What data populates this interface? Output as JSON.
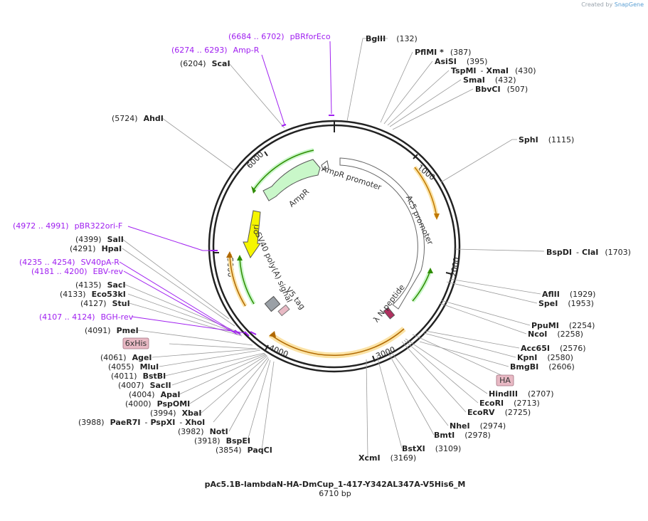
{
  "credit": {
    "prefix": "Created by",
    "brand": "SnapGene"
  },
  "plasmid": {
    "name": "pAc5.1B-lambdaN-HA-DmCup_1-417-Y342AL347A-V5His6_M",
    "length_label": "6710 bp"
  },
  "ticks": [
    "1000",
    "2000",
    "3000",
    "4000",
    "5000",
    "6000"
  ],
  "sites": [
    {
      "name": "BglII",
      "pos": "(132)"
    },
    {
      "name": "PflMI *",
      "pos": "(387)"
    },
    {
      "name": "AsiSI",
      "pos": "(395)"
    },
    {
      "name": "TspMI",
      "name2": "XmaI",
      "pos": "(430)"
    },
    {
      "name": "SmaI",
      "pos": "(432)"
    },
    {
      "name": "BbvCI",
      "pos": "(507)"
    },
    {
      "name": "SphI",
      "pos": "(1115)"
    },
    {
      "name": "BspDI",
      "name2": "ClaI",
      "pos": "(1703)"
    },
    {
      "name": "AflII",
      "pos": "(1929)"
    },
    {
      "name": "SpeI",
      "pos": "(1953)"
    },
    {
      "name": "PpuMI",
      "pos": "(2254)"
    },
    {
      "name": "NcoI",
      "pos": "(2258)"
    },
    {
      "name": "Acc65I",
      "pos": "(2576)"
    },
    {
      "name": "KpnI",
      "pos": "(2580)"
    },
    {
      "name": "BmgBI",
      "pos": "(2606)"
    },
    {
      "name": "HindIII",
      "pos": "(2707)"
    },
    {
      "name": "EcoRI",
      "pos": "(2713)"
    },
    {
      "name": "EcoRV",
      "pos": "(2725)"
    },
    {
      "name": "NheI",
      "pos": "(2974)"
    },
    {
      "name": "BmtI",
      "pos": "(2978)"
    },
    {
      "name": "BstXI",
      "pos": "(3109)"
    },
    {
      "name": "XcmI",
      "pos": "(3169)"
    },
    {
      "name": "PaqCI",
      "pos": "(3854)"
    },
    {
      "name": "BspEI",
      "pos": "(3918)"
    },
    {
      "name": "NotI",
      "pos": "(3982)"
    },
    {
      "name": "PaeR7I",
      "name2": "PspXI",
      "name3": "XhoI",
      "pos": "(3988)"
    },
    {
      "name": "XbaI",
      "pos": "(3994)"
    },
    {
      "name": "PspOMI",
      "pos": "(4000)"
    },
    {
      "name": "ApaI",
      "pos": "(4004)"
    },
    {
      "name": "SacII",
      "pos": "(4007)"
    },
    {
      "name": "BstBI",
      "pos": "(4011)"
    },
    {
      "name": "MluI",
      "pos": "(4055)"
    },
    {
      "name": "AgeI",
      "pos": "(4061)"
    },
    {
      "name": "PmeI",
      "pos": "(4091)"
    },
    {
      "name": "StuI",
      "pos": "(4127)"
    },
    {
      "name": "Eco53kI",
      "pos": "(4133)"
    },
    {
      "name": "SacI",
      "pos": "(4135)"
    },
    {
      "name": "HpaI",
      "pos": "(4291)"
    },
    {
      "name": "SalI",
      "pos": "(4399)"
    },
    {
      "name": "AhdI",
      "pos": "(5724)"
    },
    {
      "name": "ScaI",
      "pos": "(6204)"
    }
  ],
  "primers": [
    {
      "range": "(6684 .. 6702)",
      "name": "pBRforEco"
    },
    {
      "range": "(6274 .. 6293)",
      "name": "Amp-R"
    },
    {
      "range": "(4972 .. 4991)",
      "name": "pBR322ori-F"
    },
    {
      "range": "(4235 .. 4254)",
      "name": "SV40pA-R"
    },
    {
      "range": "(4181 .. 4200)",
      "name": "EBV-rev"
    },
    {
      "range": "(4107 .. 4124)",
      "name": "BGH-rev"
    }
  ],
  "tags": [
    "6xHis",
    "HA"
  ],
  "features": [
    "AmpR promoter",
    "AmpR",
    "ori",
    "SV40 poly(A) signal",
    "V5 tag",
    "Ac5 promoter",
    "λ N peptide"
  ],
  "colors": {
    "backbone": "#222222",
    "orf": "#f5a623",
    "orf_fill": "#fbe3a6",
    "amp": "#c9f7c9",
    "ori": "#f5f500",
    "primer": "#a020f0",
    "tag_fill": "#e8b9c4",
    "lambda": "#b03060",
    "sv40": "#9aa0a6",
    "site_line": "#888888"
  }
}
